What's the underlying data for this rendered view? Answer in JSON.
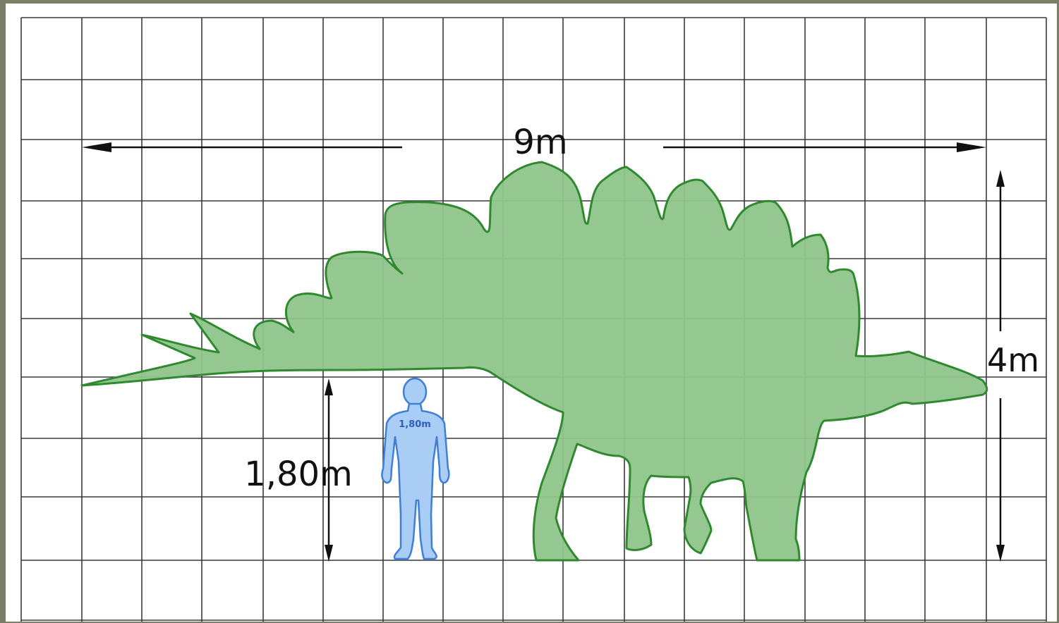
{
  "labels": {
    "length": "9m",
    "height": "4m",
    "human_height": "1,80m",
    "human_badge": "1,80m"
  },
  "colors": {
    "background_frame": "#7a8068",
    "grid_line": "#3a3a3a",
    "dinosaur_fill": "#8fc48a",
    "dinosaur_stroke": "#2f8a2f",
    "human_fill": "#a9cdf5",
    "human_stroke": "#3e7fd8",
    "arrow": "#111111"
  },
  "icons": {
    "dinosaur": "stegosaurus-silhouette",
    "human": "human-silhouette"
  }
}
